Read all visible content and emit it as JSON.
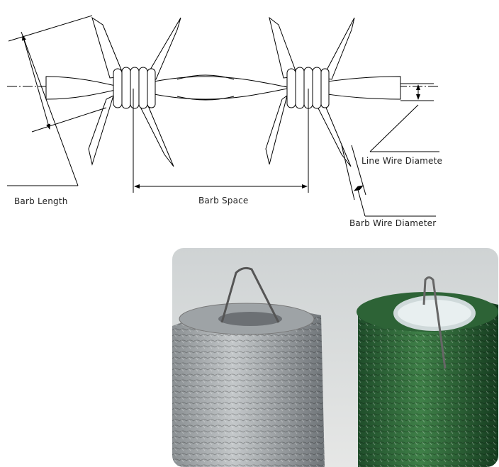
{
  "diagram": {
    "labels": {
      "barb_length": "Barb Length",
      "barb_space": "Barb Space",
      "line_wire_diameter": "Line Wire Diamete",
      "barb_wire_diameter": "Barb Wire Diameter"
    }
  },
  "photo": {
    "subjects": [
      "galvanized-barbed-wire-coil",
      "pvc-coated-green-barbed-wire-coil"
    ],
    "colors": {
      "galvanized": "#a9adb0",
      "green": "#2f6b3a"
    }
  }
}
